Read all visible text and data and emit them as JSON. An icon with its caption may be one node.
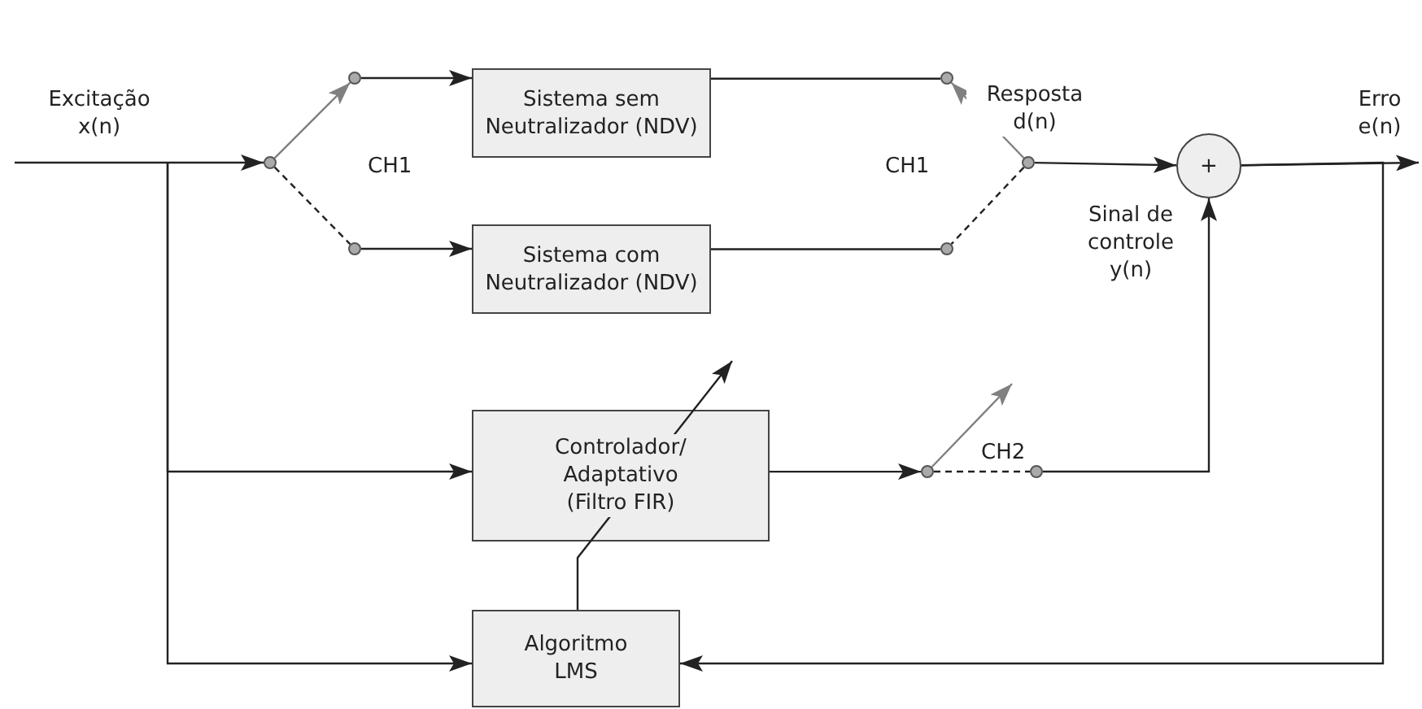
{
  "diagram": {
    "nodes": [
      {
        "text": [
          "Sistema sem Neutralizador (NDV)"
        ]
      },
      {
        "text": [
          "Sistema com Neutralizador (NDV)"
        ]
      },
      {
        "text": [
          "Controlador/ Adaptativo (Filtro FIR)"
        ]
      },
      {
        "text": [
          "Algoritmo LMS"
        ]
      },
      {
        "text": [
          "+"
        ]
      },
      {
        "text": [],
        "shape": "circle"
      },
      {
        "text": [],
        "shape": "circle"
      },
      {
        "text": [],
        "shape": "circle"
      },
      {
        "text": [],
        "shape": "circle"
      },
      {
        "text": [],
        "shape": "circle"
      },
      {
        "text": [],
        "shape": "circle"
      },
      {
        "text": [],
        "shape": "circle"
      },
      {
        "text": [],
        "shape": "circle"
      }
    ],
    "edges": [
      {
        "from": null,
        "to": 5,
        "arrow": "to",
        "label": "Excitação x(n)"
      },
      {
        "from": 5,
        "to": 6,
        "arrow": "to",
        "color": "#808080"
      },
      {
        "from": 5,
        "to": 7,
        "arrow": "none",
        "style": "dashed"
      },
      {
        "from": 6,
        "to": 0,
        "arrow": "to"
      },
      {
        "from": 7,
        "to": 1,
        "arrow": "to"
      },
      {
        "from": 0,
        "to": 8,
        "arrow": "none"
      },
      {
        "from": 1,
        "to": 9,
        "arrow": "none"
      },
      {
        "from": 10,
        "to": 8,
        "arrow": "to",
        "color": "#808080"
      },
      {
        "from": 10,
        "to": 9,
        "arrow": "none",
        "style": "dashed"
      },
      {
        "from": 10,
        "to": 4,
        "arrow": "to",
        "label": "Resposta d(n)"
      },
      {
        "from": 4,
        "to": null,
        "arrow": "to",
        "label": "Erro e(n)"
      },
      {
        "from": null,
        "to": 2,
        "arrow": "to"
      },
      {
        "from": null,
        "to": 3,
        "arrow": "to"
      },
      {
        "from": 2,
        "to": 11,
        "arrow": "to"
      },
      {
        "from": 11,
        "to": 12,
        "arrow": "none",
        "style": "dashed"
      },
      {
        "from": 11,
        "to": null,
        "arrow": "to",
        "color": "#808080"
      },
      {
        "from": 12,
        "to": 4,
        "arrow": "to",
        "label": "Sinal de controle y(n)"
      },
      {
        "from": 4,
        "to": 3,
        "arrow": "to"
      },
      {
        "from": 3,
        "to": null,
        "arrow": "to"
      }
    ],
    "labels": [
      "CH1",
      "CH1",
      "CH2"
    ]
  }
}
